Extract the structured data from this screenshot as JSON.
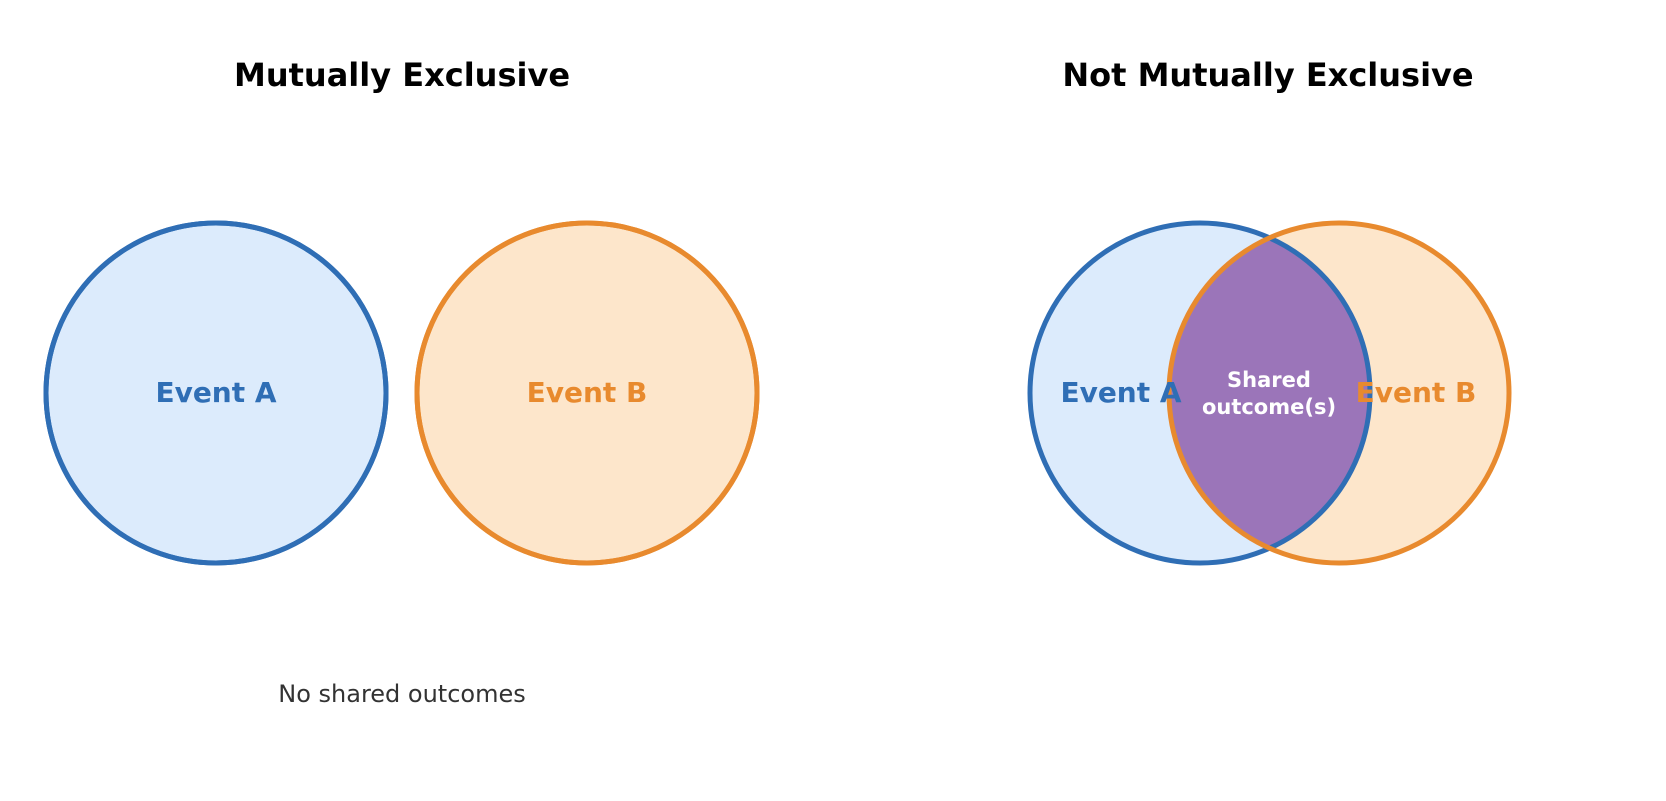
{
  "colors": {
    "event_a_stroke": "#2F6EB5",
    "event_a_fill": "#DCEBFC",
    "event_b_stroke": "#E88A2E",
    "event_b_fill": "#FDE6CB",
    "overlap_fill": "#9B75B9",
    "overlap_text": "#FFFFFF",
    "caption_text": "#333333"
  },
  "left_panel": {
    "title": "Mutually Exclusive",
    "event_a_label": "Event A",
    "event_b_label": "Event B",
    "caption": "No shared outcomes"
  },
  "right_panel": {
    "title": "Not Mutually Exclusive",
    "event_a_label": "Event A",
    "event_b_label": "Event B",
    "overlap_label_line1": "Shared",
    "overlap_label_line2": "outcome(s)"
  }
}
